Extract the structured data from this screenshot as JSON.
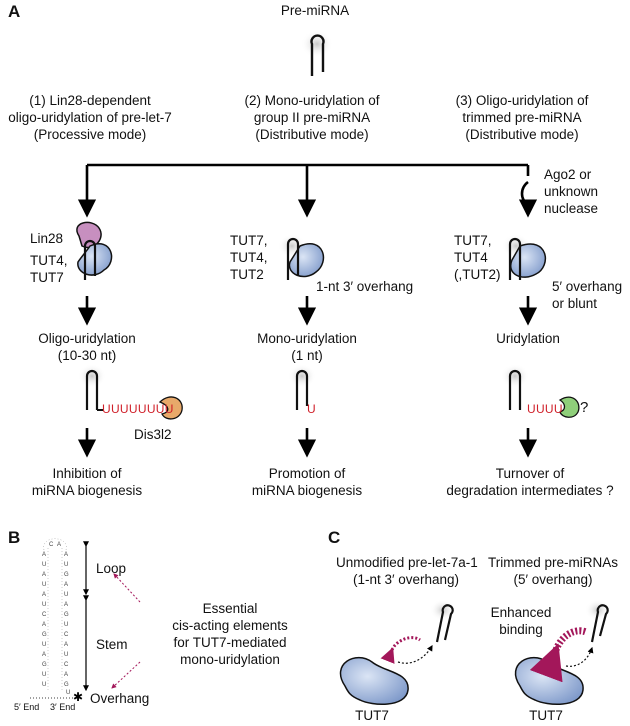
{
  "panels": {
    "a": "A",
    "b": "B",
    "c": "C"
  },
  "top": {
    "title": "Pre-miRNA"
  },
  "modes": [
    {
      "line1": "(1) Lin28-dependent",
      "line2": "oligo-uridylation of pre-let-7",
      "line3": "(Processive mode)"
    },
    {
      "line1": "(2) Mono-uridylation of",
      "line2": "group II pre-miRNA",
      "line3": "(Distributive mode)"
    },
    {
      "line1": "(3) Oligo-uridylation of",
      "line2": "trimmed pre-miRNA",
      "line3": "(Distributive mode)"
    }
  ],
  "nuclease": {
    "line1": "Ago2 or",
    "line2": "unknown",
    "line3": "nuclease"
  },
  "col1": {
    "lin28": "Lin28",
    "enzymes1": "TUT4,",
    "enzymes2": "TUT7",
    "process1": "Oligo-uridylation",
    "process2": "(10-30 nt)",
    "tail": "UUUUUUUU",
    "dis3l2": "Dis3l2",
    "outcome1": "Inhibition of",
    "outcome2": "miRNA biogenesis"
  },
  "col2": {
    "enzymes1": "TUT7,",
    "enzymes2": "TUT4,",
    "enzymes3": "TUT2",
    "overhang": "1-nt 3′ overhang",
    "process1": "Mono-uridylation",
    "process2": "(1 nt)",
    "tail": "U",
    "outcome1": "Promotion of",
    "outcome2": "miRNA biogenesis"
  },
  "col3": {
    "enzymes1": "TUT7,",
    "enzymes2": "TUT4",
    "enzymes3": "(,TUT2)",
    "overhang1": "5′ overhang",
    "overhang2": "or blunt",
    "process1": "Uridylation",
    "tail": "UUUU",
    "question": "?",
    "outcome1": "Turnover of",
    "outcome2": "degradation intermediates ?"
  },
  "panelB": {
    "loop": "Loop",
    "stem": "Stem",
    "overhang": "Overhang",
    "end5": "5′ End",
    "end3": "3′ End",
    "essential1": "Essential",
    "essential2": "cis-acting elements",
    "essential3": "for TUT7-mediated",
    "essential4": "mono-uridylation"
  },
  "panelC": {
    "left1": "Unmodified pre-let-7a-1",
    "left2": "(1-nt 3′ overhang)",
    "right1": "Trimmed pre-miRNAs",
    "right2": "(5′ overhang)",
    "enhanced1": "Enhanced",
    "enhanced2": "binding",
    "tut7_left": "TUT7",
    "tut7_right": "TUT7"
  },
  "colors": {
    "u_tail": "#d0202a",
    "tut": "#8fa8d6",
    "lin28": "#c78fbf",
    "dis3l2": "#e8a96a",
    "nuc": "#8fcf7a",
    "magenta": "#a3175a"
  }
}
